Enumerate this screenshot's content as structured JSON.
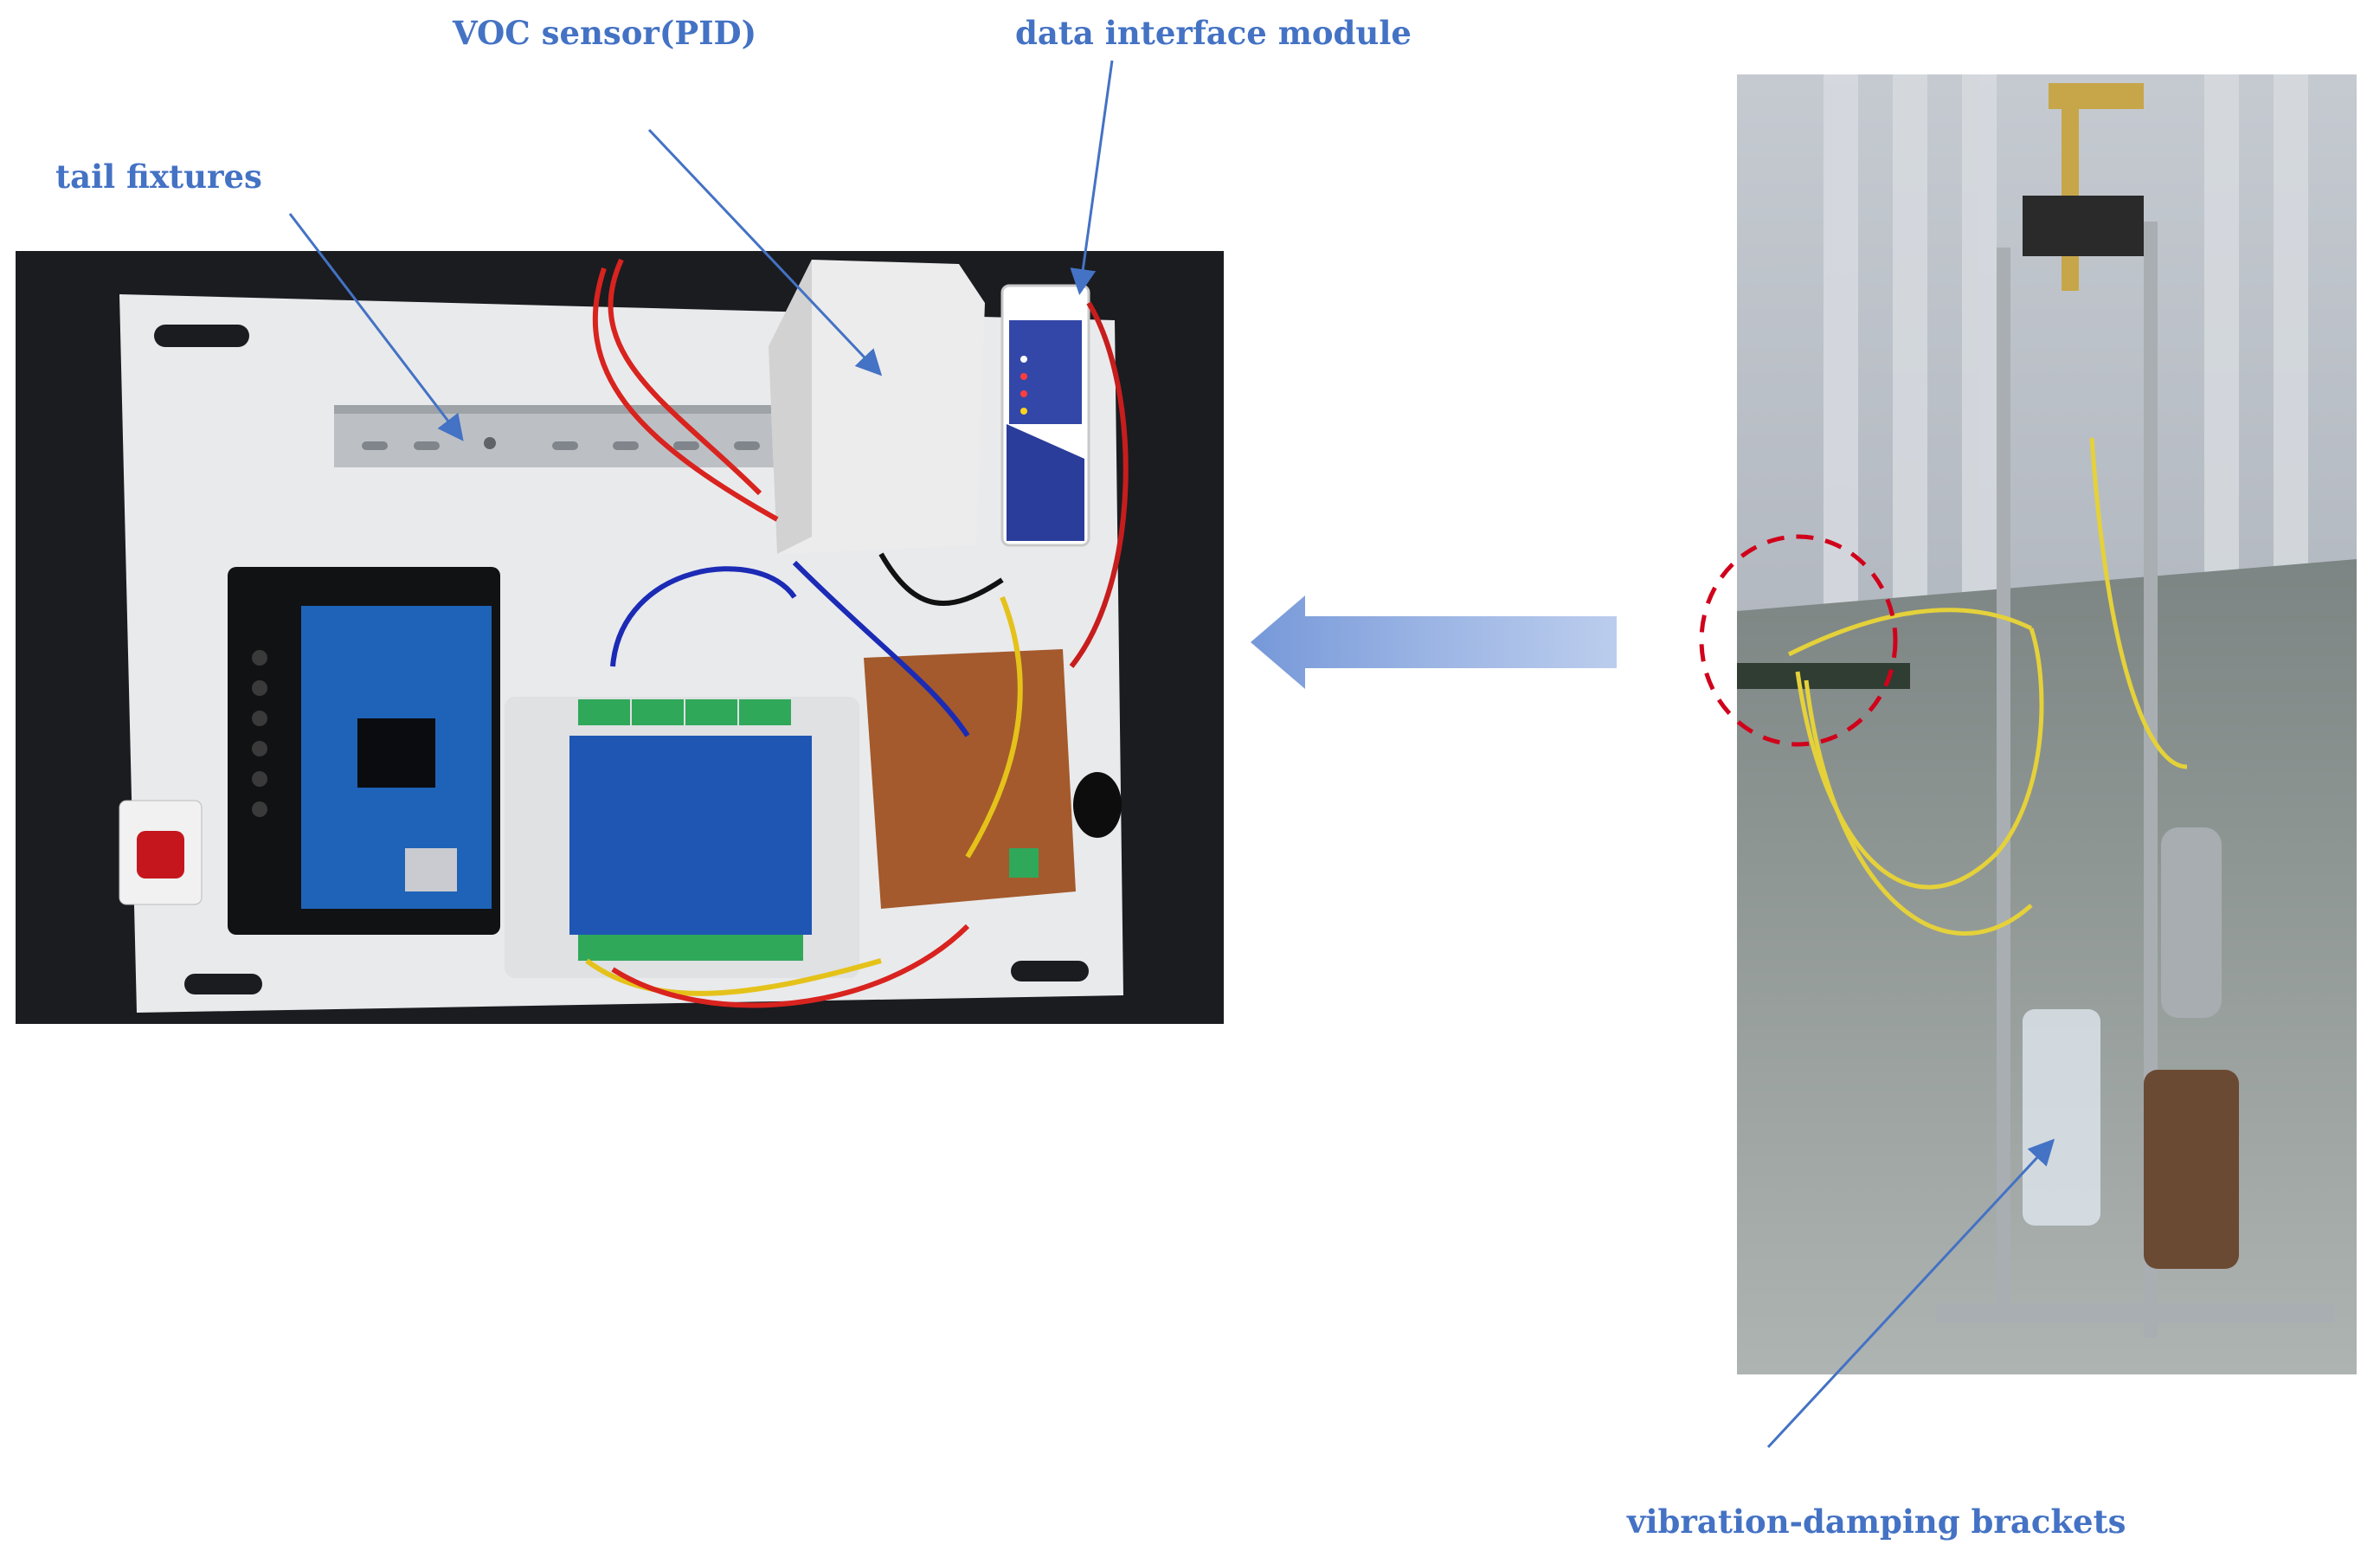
{
  "labels": {
    "voc_sensor": "VOC sensor(PID)",
    "data_interface": "data interface module",
    "tail_fixtures": "tail fixtures",
    "vibration_damping": "vibration-damping brackets"
  },
  "colors": {
    "annotation_blue": "#4472C4",
    "highlight_red": "#D0021B"
  }
}
